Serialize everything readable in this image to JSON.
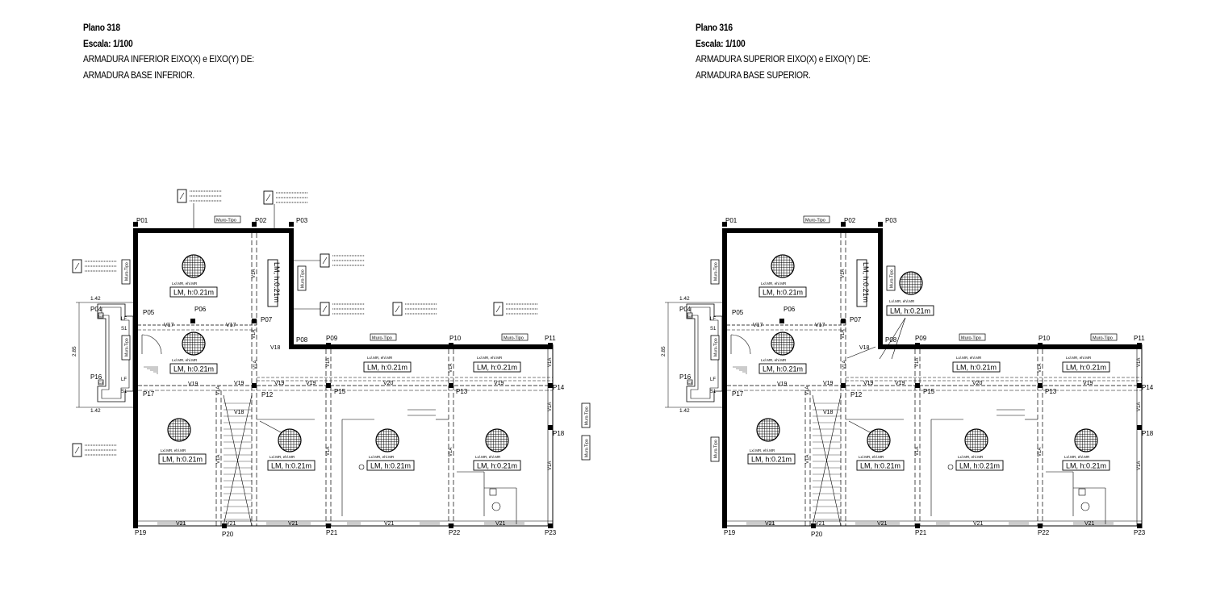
{
  "colors": {
    "ink": "#000000",
    "paper": "#ffffff"
  },
  "plans": [
    {
      "id": "left",
      "title": "Plano 318",
      "scale": "Escala: 1/100",
      "line1": "ARMADURA INFERIOR EIXO(X) e EIXO(Y) DE:",
      "line2": "ARMADURA BASE INFERIOR.",
      "pillars": [
        "P01",
        "P02",
        "P03",
        "P04",
        "P05",
        "P06",
        "P07",
        "P08",
        "P09",
        "P10",
        "P11",
        "P12",
        "P13",
        "P14",
        "P15",
        "P16",
        "P17",
        "P18",
        "P19",
        "P20",
        "P21",
        "P22",
        "P23"
      ],
      "beams": [
        "V17",
        "V17",
        "V18",
        "V19",
        "V19",
        "V19",
        "V19",
        "V19",
        "V20",
        "V21",
        "V21",
        "V21",
        "V21",
        "V21"
      ],
      "slab_label": "LM, h:0.21m",
      "slab_label_vertical": "LM, h:0.21m",
      "wall_tag": "Muro-Tipo",
      "lf": "LF",
      "s1": "S1",
      "c3": "C3",
      "dim_top": "1.42",
      "dim_bottom": "1.42",
      "dim_side": "2.85"
    },
    {
      "id": "right",
      "title": "Plano 316",
      "scale": "Escala: 1/100",
      "line1": "ARMADURA SUPERIOR EIXO(X) e EIXO(Y) DE:",
      "line2": "ARMADURA BASE SUPERIOR.",
      "pillars": [
        "P01",
        "P02",
        "P03",
        "P04",
        "P05",
        "P06",
        "P07",
        "P08",
        "P09",
        "P10",
        "P11",
        "P12",
        "P13",
        "P14",
        "P15",
        "P16",
        "P17",
        "P18",
        "P19",
        "P20",
        "P21",
        "P22",
        "P23"
      ],
      "beams": [
        "V17",
        "V17",
        "V18",
        "V19",
        "V19",
        "V19",
        "V19",
        "V19",
        "V20",
        "V21",
        "V21",
        "V21",
        "V21",
        "V21"
      ],
      "slab_label": "LM, h:0.21m",
      "slab_label_vertical": "LM, h:0.21m",
      "wall_tag": "Muro-Tipo",
      "lf": "LF",
      "s1": "S1",
      "c3": "C3",
      "dim_top": "1.42",
      "dim_bottom": "1.42",
      "dim_side": "2.85"
    }
  ]
}
